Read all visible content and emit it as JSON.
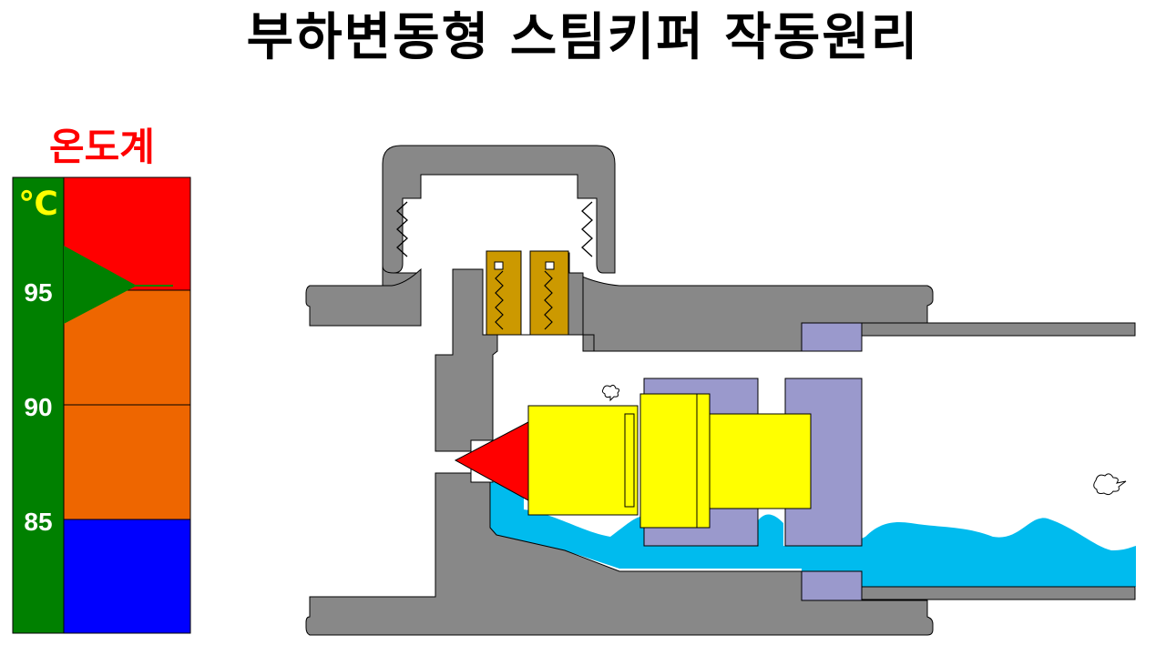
{
  "title": "부하변동형 스팀키퍼 작동원리",
  "gauge": {
    "title": "온도계",
    "unit": "℃",
    "ticks": [
      "95",
      "90",
      "85"
    ]
  },
  "colors": {
    "title_text": "#000000",
    "gauge_title": "#ff0000",
    "gauge_unit": "#ffff00",
    "gauge_ticks": "#ffffff",
    "scale_bar": "#008000",
    "zone_hot": "#ff0000",
    "zone_warm": "#ee6600",
    "zone_cold": "#0000ff",
    "body_metal": "#888888",
    "sleeve": "#9a99cc",
    "thread_insert": "#cc9900",
    "element": "#ffff00",
    "valve_tip": "#ff0000",
    "water": "#00bbee"
  }
}
